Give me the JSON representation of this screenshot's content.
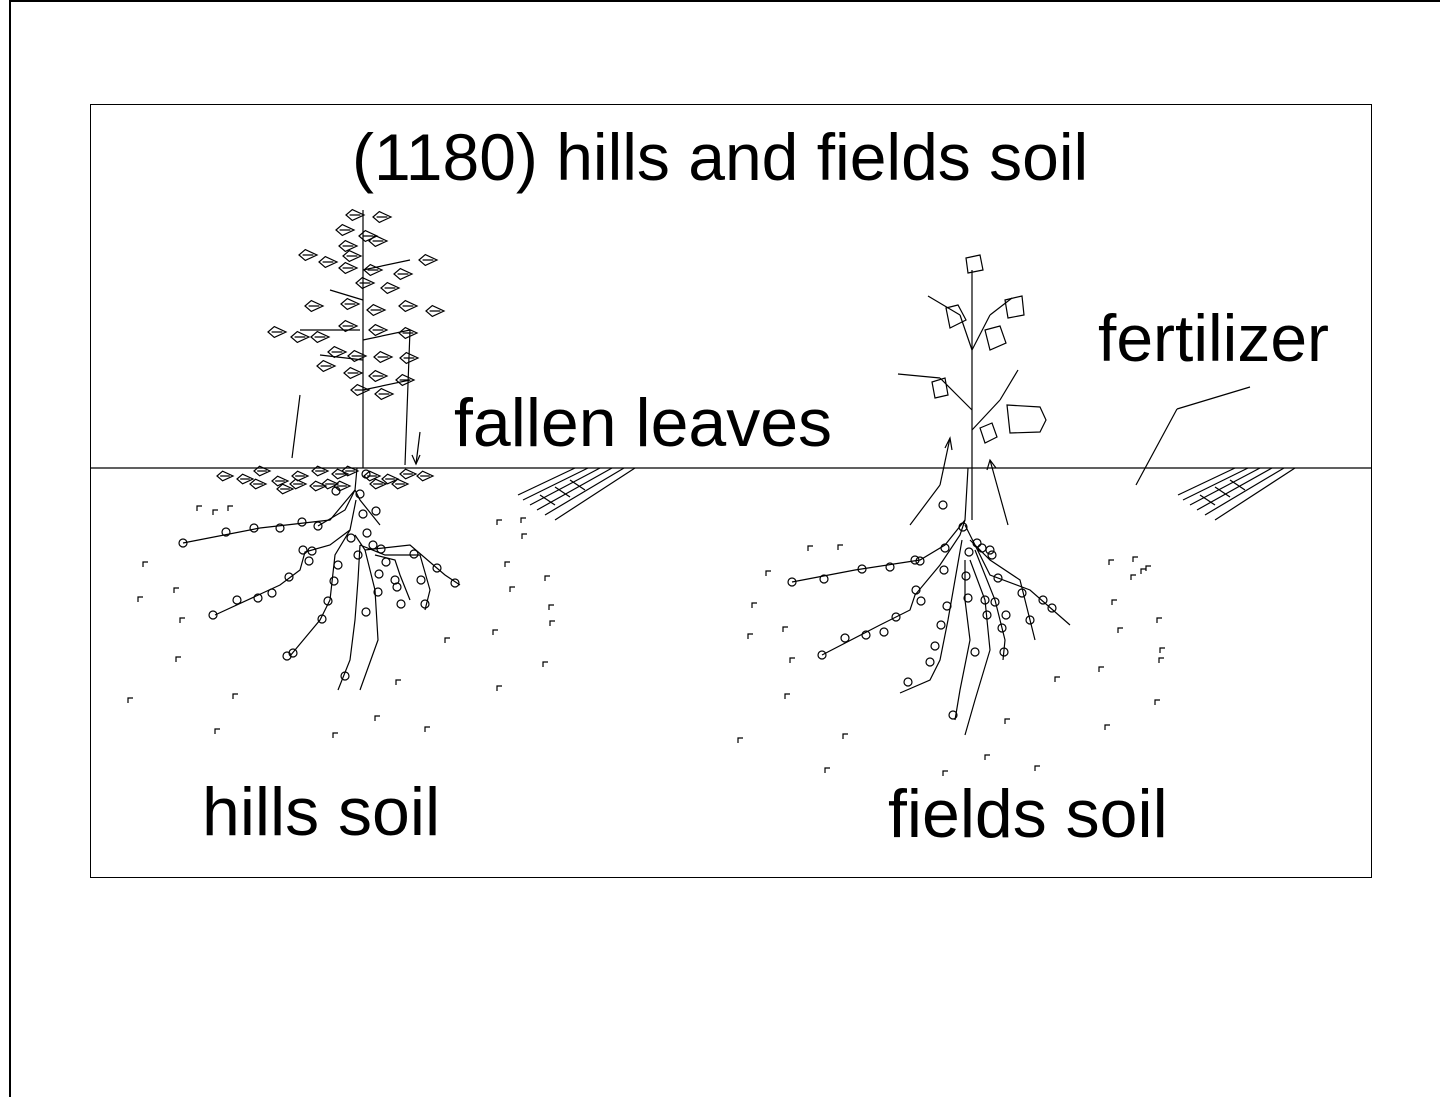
{
  "diagram": {
    "title": "(1180)  hills and fields soil",
    "labels": {
      "fallen_leaves": "fallen leaves",
      "fertilizer": "fertilizer",
      "hills_soil": "hills soil",
      "fields_soil": "fields soil"
    },
    "colors": {
      "stroke": "#000000",
      "background": "#ffffff"
    }
  }
}
